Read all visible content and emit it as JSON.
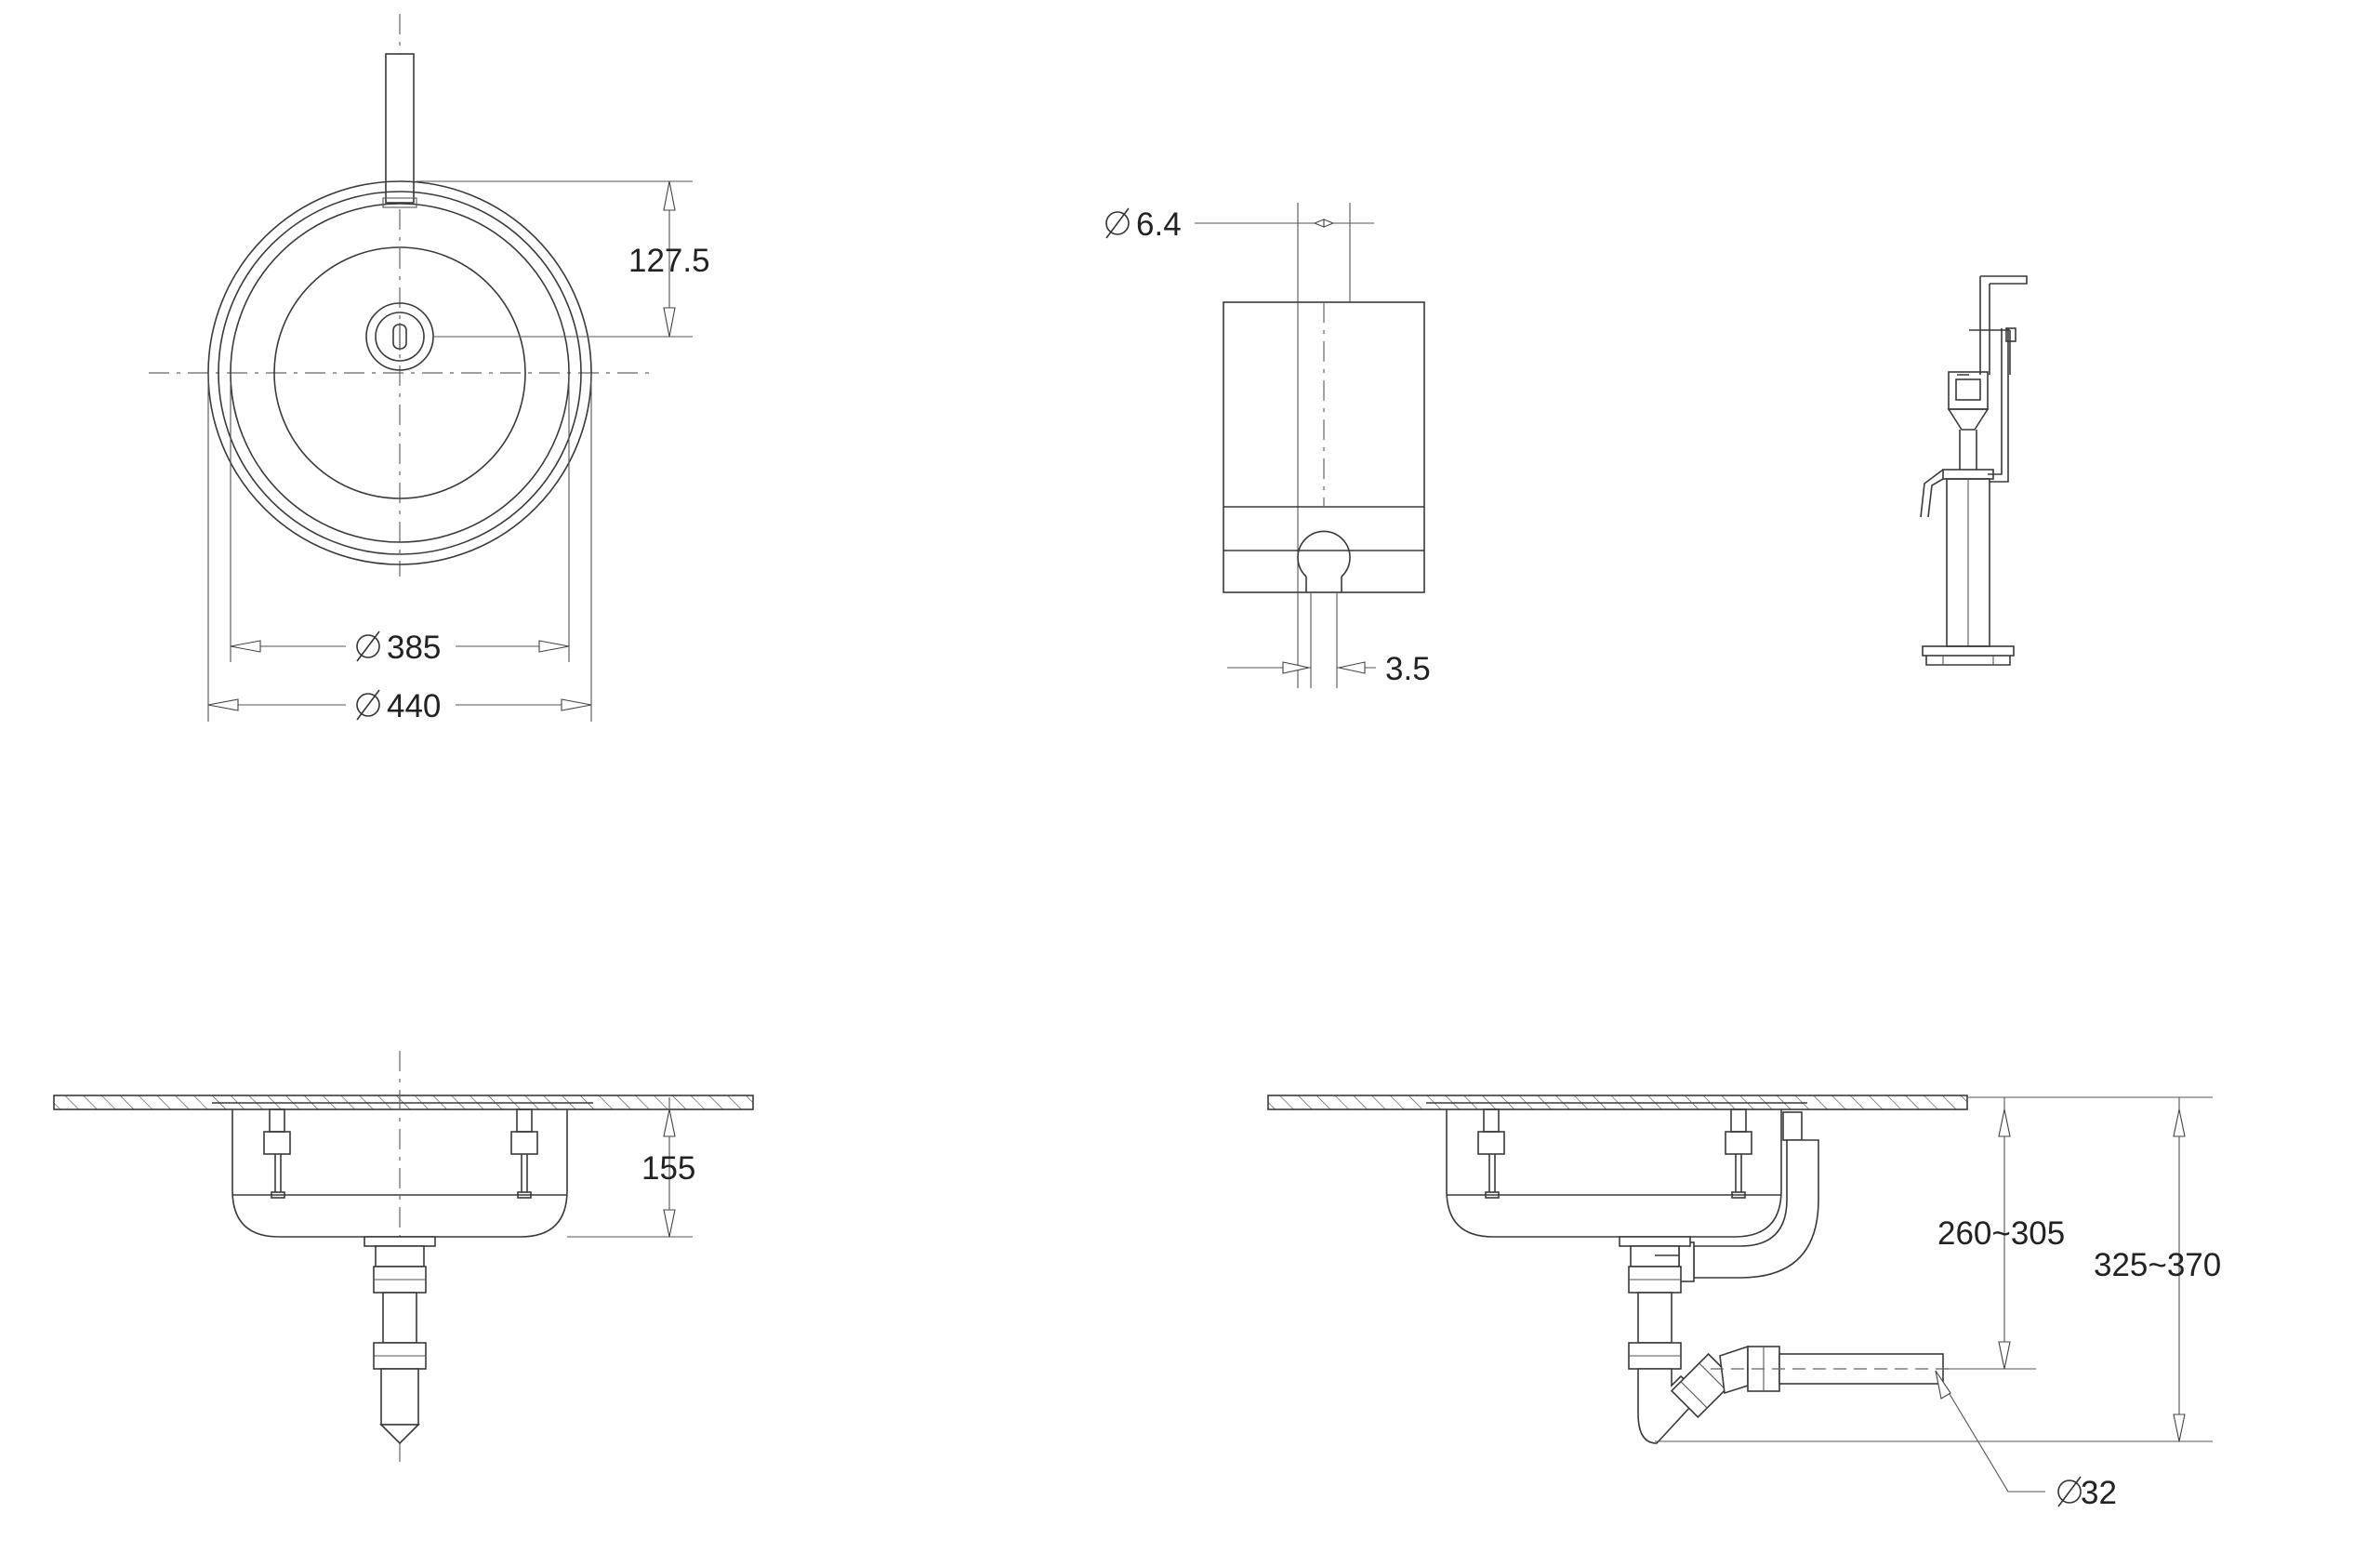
{
  "dimensions": {
    "tap_offset": "127.5",
    "bowl_inner": "385",
    "bowl_outer": "440",
    "pin_diameter": "6.4",
    "gap": "3.5",
    "bowl_depth": "155",
    "trap_height_a": "260~305",
    "trap_height_b": "325~370",
    "pipe_diameter": "32"
  }
}
